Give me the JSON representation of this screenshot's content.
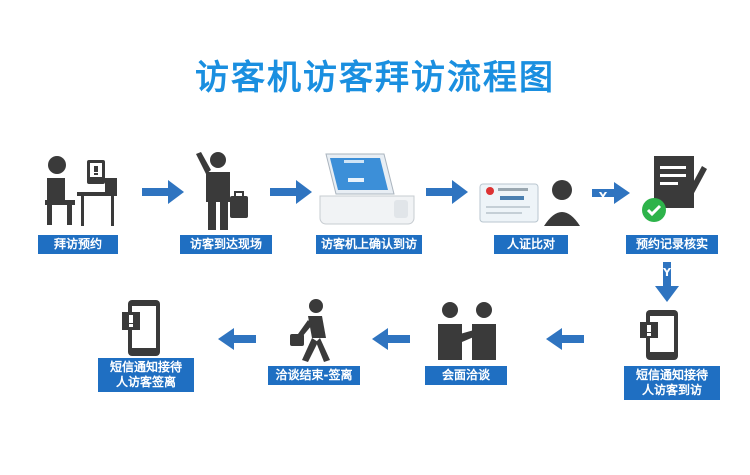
{
  "title": "访客机访客拜访流程图",
  "steps": {
    "s1": "拜访预约",
    "s2": "访客到达现场",
    "s3": "访客机上确认到访",
    "s4": "人证比对",
    "s5": "预约记录核实",
    "s6_line1": "短信通知接待",
    "s6_line2": "人访客到访",
    "s7": "会面洽谈",
    "s8": "洽谈结束-签离",
    "s9_line1": "短信通知接待",
    "s9_line2": "人访客签离"
  },
  "branch_labels": {
    "yes_right": "Y",
    "yes_down": "Y"
  },
  "colors": {
    "title": "#1a8fe0",
    "label_bg": "#1f6fc2",
    "arrow": "#2f74c0",
    "icon_dark": "#3a3a3a"
  }
}
